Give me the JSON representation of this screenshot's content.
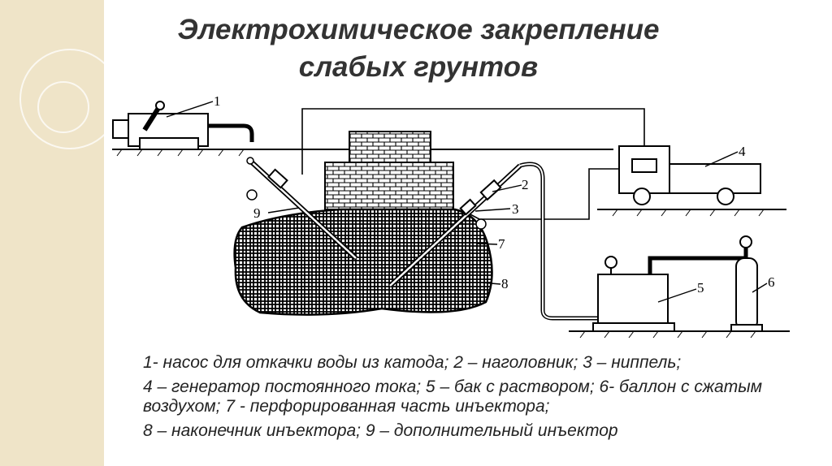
{
  "slide": {
    "title_line1": "Электрохимическое закрепление",
    "title_line2": "слабых грунтов"
  },
  "diagram": {
    "callouts": [
      "1",
      "2",
      "3",
      "4",
      "5",
      "6",
      "7",
      "8",
      "9"
    ]
  },
  "legend": {
    "line1": "1- насос для откачки воды из катода; 2 – наголовник; 3 – ниппель;",
    "line2": "4 – генератор постоянного тока; 5 – бак с раствором; 6- баллон с сжатым воздухом; 7 - перфорированная часть инъектора;",
    "line3": "8 – наконечник инъектора; 9 – дополнительный инъектор"
  },
  "colors": {
    "accent_strip": "#efe4c8",
    "title_text": "#333333",
    "line_art": "#000000"
  }
}
